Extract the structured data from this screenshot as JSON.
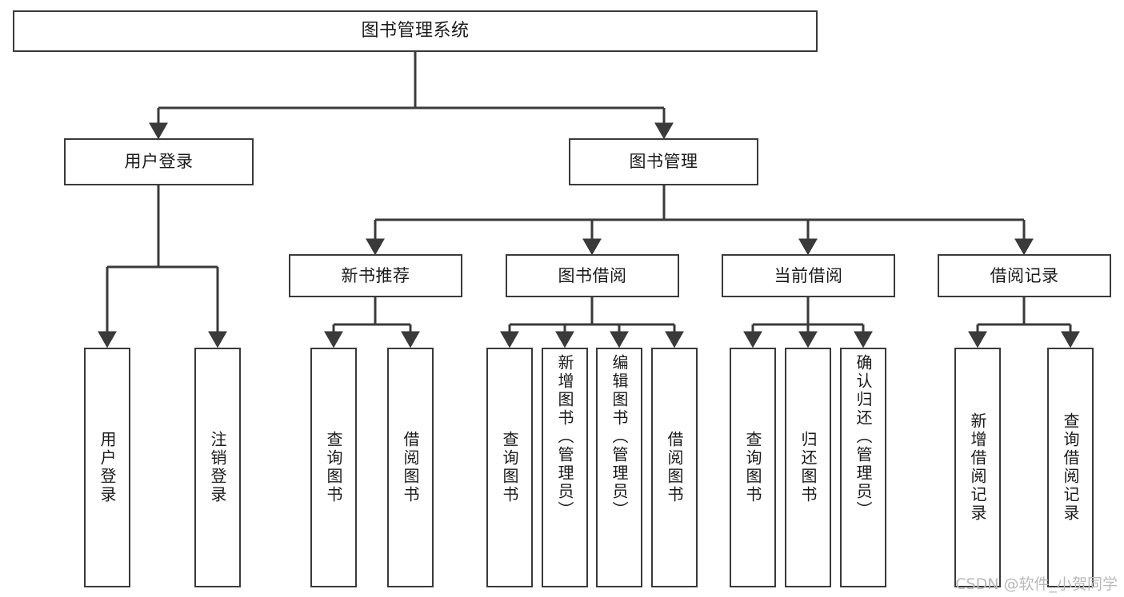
{
  "diagram": {
    "title": "图书管理系统",
    "type": "tree",
    "orientation": "top-down",
    "colors": {
      "box_border": "#3a3a3a",
      "box_fill": "#ffffff",
      "connector": "#3a3a3a",
      "text": "#1a1a1a",
      "watermark": "#b9b9b9",
      "background": "#ffffff"
    }
  },
  "root": {
    "label": "图书管理系统"
  },
  "level2": [
    {
      "label": "用户登录"
    },
    {
      "label": "图书管理"
    }
  ],
  "level3": [
    {
      "label": "新书推荐"
    },
    {
      "label": "图书借阅"
    },
    {
      "label": "当前借阅"
    },
    {
      "label": "借阅记录"
    }
  ],
  "leaves": {
    "user_login": [
      {
        "label": "用户登录"
      },
      {
        "label": "注销登录"
      }
    ],
    "new_book": [
      {
        "label": "查询图书"
      },
      {
        "label": "借阅图书"
      }
    ],
    "book_borrow": [
      {
        "label": "查询图书"
      },
      {
        "label": "新增图书（管理员）"
      },
      {
        "label": "编辑图书（管理员）"
      },
      {
        "label": "借阅图书"
      }
    ],
    "current_borrow": [
      {
        "label": "查询图书"
      },
      {
        "label": "归还图书"
      },
      {
        "label": "确认归还（管理员）"
      }
    ],
    "borrow_record": [
      {
        "label": "新增借阅记录"
      },
      {
        "label": "查询借阅记录"
      }
    ]
  },
  "watermark": {
    "text": "CSDN @软件_小贺同学"
  }
}
